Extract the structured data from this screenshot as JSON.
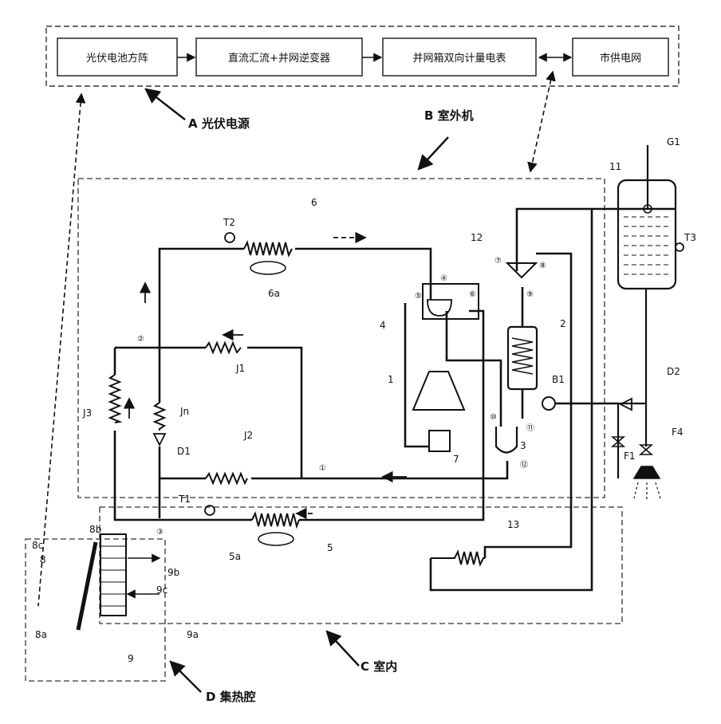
{
  "pv_chain": {
    "array": "光伏电池方阵",
    "inverter": "直流汇流+并网逆变器",
    "meter": "并网箱双向计量电表",
    "grid": "市供电网"
  },
  "sections": {
    "A": "A 光伏电源",
    "B": "B 室外机",
    "C": "C 室内",
    "D": "D 集热腔"
  },
  "labels": {
    "n1": "1",
    "n2": "2",
    "n3": "3",
    "n4": "4",
    "n5": "5",
    "n5a": "5a",
    "n6": "6",
    "n6a": "6a",
    "n7": "7",
    "n8": "8",
    "n8a": "8a",
    "n8b": "8b",
    "n8c": "8c",
    "n9": "9",
    "n9a": "9a",
    "n9b": "9b",
    "n9c": "9c",
    "n11": "11",
    "n12": "12",
    "n13": "13",
    "T1": "T1",
    "T2": "T2",
    "T3": "T3",
    "G1": "G1",
    "J1": "J1",
    "J2": "J2",
    "J3": "J3",
    "Jn": "Jn",
    "D1": "D1",
    "D2": "D2",
    "B1": "B1",
    "F1": "F1",
    "F4": "F4"
  },
  "circled": {
    "c1": "①",
    "c2": "②",
    "c3": "③",
    "c4": "④",
    "c5": "⑤",
    "c6": "⑥",
    "c7": "⑦",
    "c8": "⑧",
    "c9": "⑨",
    "c10": "⑩",
    "c11": "⑪",
    "c12": "⑫"
  }
}
